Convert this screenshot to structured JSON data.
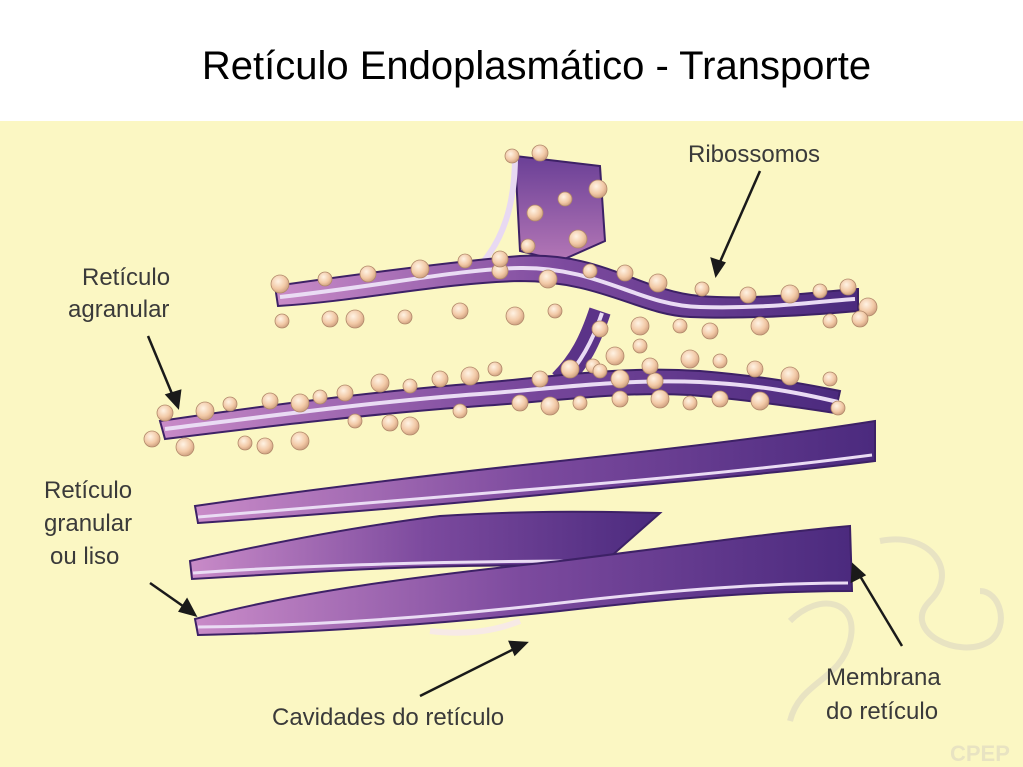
{
  "slide": {
    "title": "Retículo Endoplasmático - Transporte"
  },
  "diagram": {
    "labels": {
      "ribossomos": "Ribossomos",
      "reticulo_agranular": [
        "Retículo",
        "agranular"
      ],
      "reticulo_granular": [
        "Retículo",
        "granular",
        "ou liso"
      ],
      "cavidades": "Cavidades do retículo",
      "membrana": [
        "Membrana",
        "do retículo"
      ]
    },
    "watermark": "CPEP"
  },
  "colors": {
    "background": "#fbf7c3",
    "membrane_dark": "#4b2a7e",
    "membrane_light": "#c98bc8",
    "ribosome": "#f2c9a6"
  }
}
